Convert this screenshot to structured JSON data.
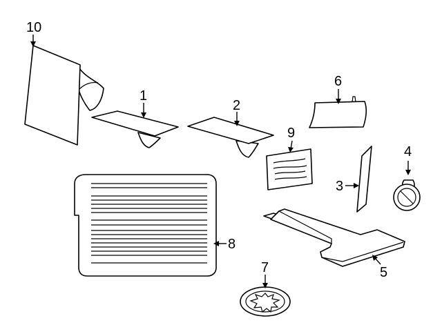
{
  "callouts": {
    "c1": "1",
    "c2": "2",
    "c3": "3",
    "c4": "4",
    "c5": "5",
    "c6": "6",
    "c7": "7",
    "c8": "8",
    "c9": "9",
    "c10": "10"
  },
  "colors": {
    "stroke": "#000000",
    "background": "#ffffff"
  }
}
